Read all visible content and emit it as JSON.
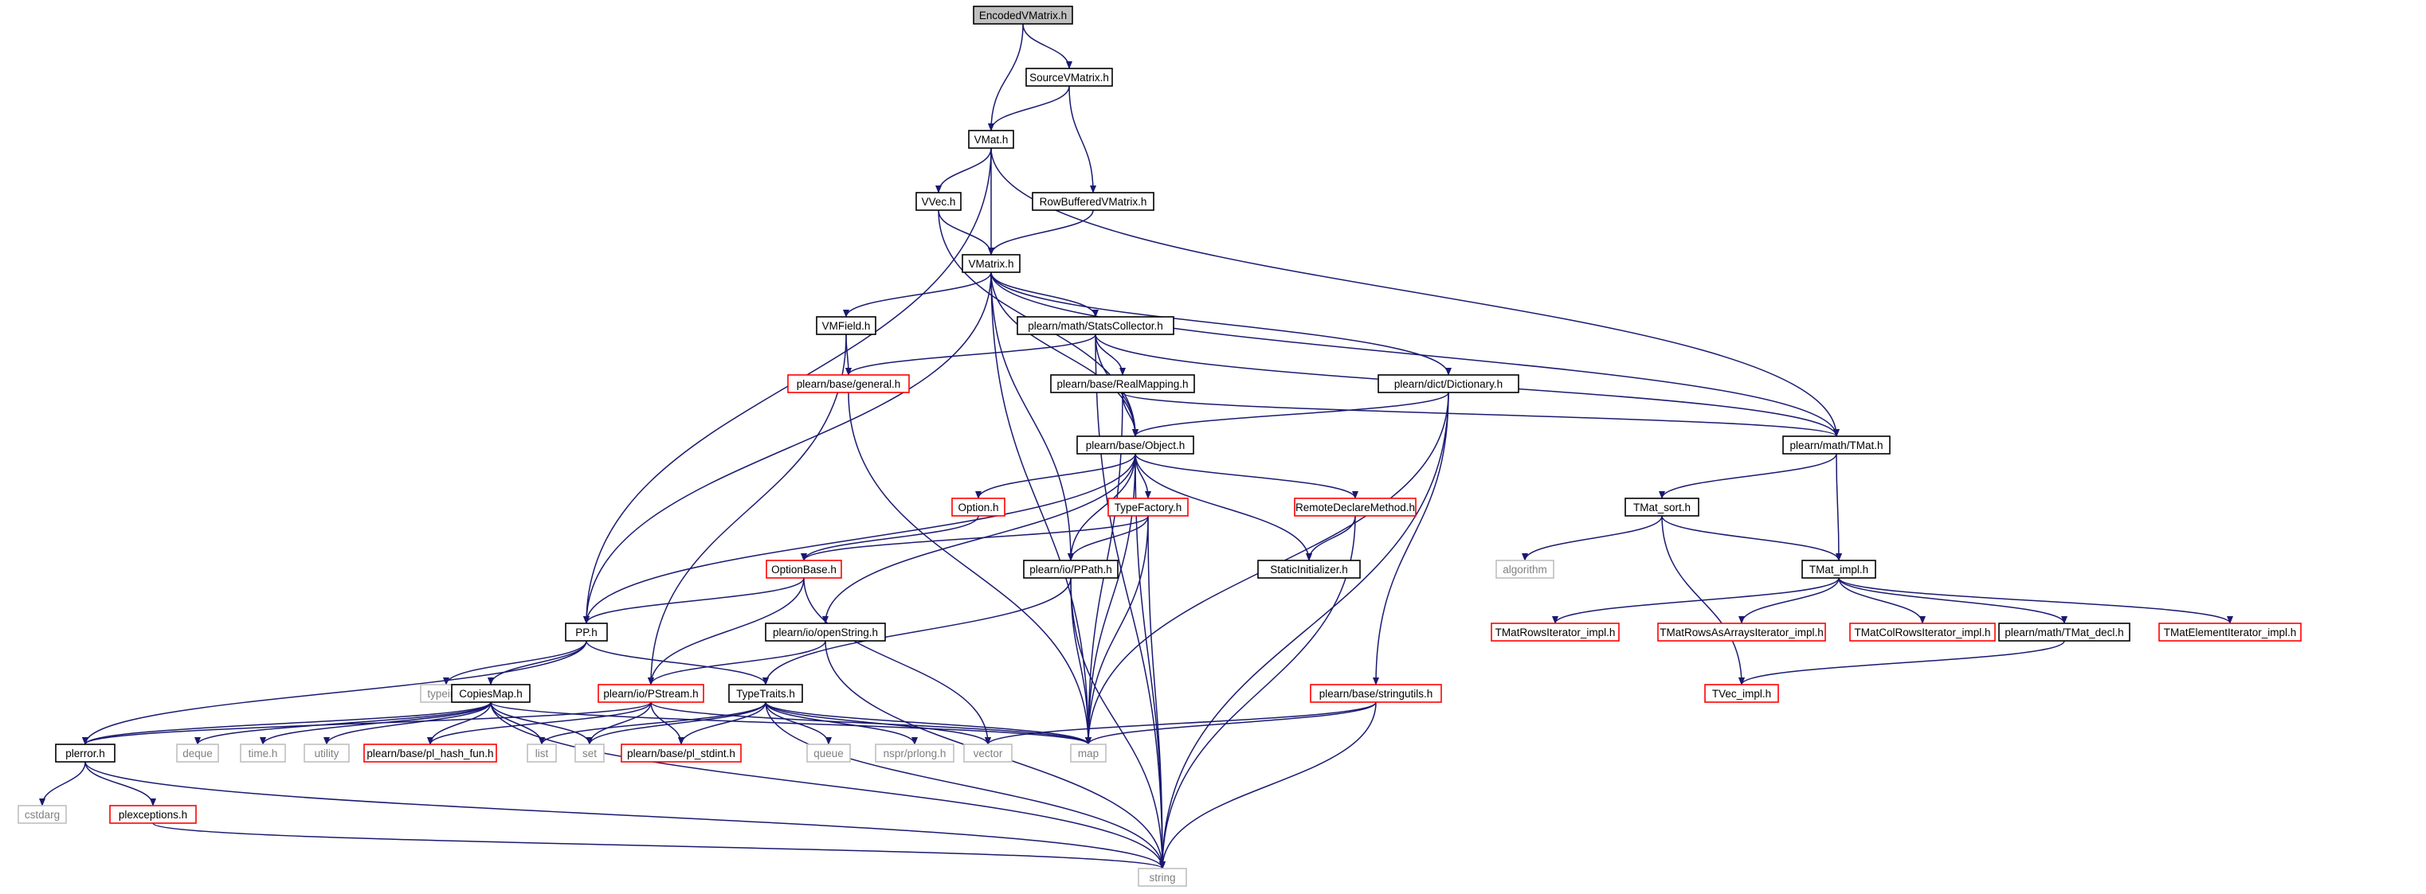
{
  "colors": {
    "edge": "#191970",
    "root_fill": "#bfbfbf",
    "default_border": "#000000",
    "red_border": "#ff0000",
    "gray_border": "#bfbfbf",
    "text": "#000000",
    "gray_text": "#808080"
  },
  "nodes": [
    {
      "id": "encodedvmatrix",
      "label": "EncodedVMatrix.h",
      "style": "root"
    },
    {
      "id": "sourcevmatrix",
      "label": "SourceVMatrix.h",
      "style": "default"
    },
    {
      "id": "vmat",
      "label": "VMat.h",
      "style": "default"
    },
    {
      "id": "vvec",
      "label": "VVec.h",
      "style": "default"
    },
    {
      "id": "rowbuffered",
      "label": "RowBufferedVMatrix.h",
      "style": "default"
    },
    {
      "id": "vmatrix",
      "label": "VMatrix.h",
      "style": "default"
    },
    {
      "id": "vmfield",
      "label": "VMField.h",
      "style": "default"
    },
    {
      "id": "statscollector",
      "label": "plearn/math/StatsCollector.h",
      "style": "default"
    },
    {
      "id": "general",
      "label": "plearn/base/general.h",
      "style": "red"
    },
    {
      "id": "realmapping",
      "label": "plearn/base/RealMapping.h",
      "style": "default"
    },
    {
      "id": "dictionary",
      "label": "plearn/dict/Dictionary.h",
      "style": "default"
    },
    {
      "id": "object",
      "label": "plearn/base/Object.h",
      "style": "default"
    },
    {
      "id": "tmat",
      "label": "plearn/math/TMat.h",
      "style": "default"
    },
    {
      "id": "option",
      "label": "Option.h",
      "style": "red"
    },
    {
      "id": "typefactory",
      "label": "TypeFactory.h",
      "style": "red"
    },
    {
      "id": "remotedeclare",
      "label": "RemoteDeclareMethod.h",
      "style": "red"
    },
    {
      "id": "tmatsort",
      "label": "TMat_sort.h",
      "style": "default"
    },
    {
      "id": "optionbase",
      "label": "OptionBase.h",
      "style": "red"
    },
    {
      "id": "ppath",
      "label": "plearn/io/PPath.h",
      "style": "default"
    },
    {
      "id": "staticinit",
      "label": "StaticInitializer.h",
      "style": "default"
    },
    {
      "id": "algorithm",
      "label": "algorithm",
      "style": "gray"
    },
    {
      "id": "tmatimpl",
      "label": "TMat_impl.h",
      "style": "default"
    },
    {
      "id": "pp",
      "label": "PP.h",
      "style": "default"
    },
    {
      "id": "openstring",
      "label": "plearn/io/openString.h",
      "style": "default"
    },
    {
      "id": "rowsiter",
      "label": "TMatRowsIterator_impl.h",
      "style": "red"
    },
    {
      "id": "rowsasarrays",
      "label": "TMatRowsAsArraysIterator_impl.h",
      "style": "red"
    },
    {
      "id": "colrowsiter",
      "label": "TMatColRowsIterator_impl.h",
      "style": "red"
    },
    {
      "id": "tmatdecl",
      "label": "plearn/math/TMat_decl.h",
      "style": "default"
    },
    {
      "id": "elementiter",
      "label": "TMatElementIterator_impl.h",
      "style": "red"
    },
    {
      "id": "typeinfo",
      "label": "typeinfo",
      "style": "gray"
    },
    {
      "id": "copiesmap",
      "label": "CopiesMap.h",
      "style": "default"
    },
    {
      "id": "pstream",
      "label": "plearn/io/PStream.h",
      "style": "red"
    },
    {
      "id": "typetraits",
      "label": "TypeTraits.h",
      "style": "default"
    },
    {
      "id": "tvecimpl",
      "label": "TVec_impl.h",
      "style": "red"
    },
    {
      "id": "stringutils",
      "label": "plearn/base/stringutils.h",
      "style": "red"
    },
    {
      "id": "plerror",
      "label": "plerror.h",
      "style": "default"
    },
    {
      "id": "deque",
      "label": "deque",
      "style": "gray"
    },
    {
      "id": "timeh",
      "label": "time.h",
      "style": "gray"
    },
    {
      "id": "utility",
      "label": "utility",
      "style": "gray"
    },
    {
      "id": "hashfun",
      "label": "plearn/base/pl_hash_fun.h",
      "style": "red"
    },
    {
      "id": "list",
      "label": "list",
      "style": "gray"
    },
    {
      "id": "set",
      "label": "set",
      "style": "gray"
    },
    {
      "id": "stdint",
      "label": "plearn/base/pl_stdint.h",
      "style": "red"
    },
    {
      "id": "queue",
      "label": "queue",
      "style": "gray"
    },
    {
      "id": "prlong",
      "label": "nspr/prlong.h",
      "style": "gray"
    },
    {
      "id": "vector",
      "label": "vector",
      "style": "gray"
    },
    {
      "id": "map",
      "label": "map",
      "style": "gray"
    },
    {
      "id": "cstdarg",
      "label": "cstdarg",
      "style": "gray"
    },
    {
      "id": "plexceptions",
      "label": "plexceptions.h",
      "style": "red"
    },
    {
      "id": "string",
      "label": "string",
      "style": "gray"
    }
  ],
  "edges": [
    [
      "encodedvmatrix",
      "sourcevmatrix"
    ],
    [
      "encodedvmatrix",
      "vmat"
    ],
    [
      "sourcevmatrix",
      "vmat"
    ],
    [
      "sourcevmatrix",
      "rowbuffered"
    ],
    [
      "vmat",
      "vvec"
    ],
    [
      "vmat",
      "vmatrix"
    ],
    [
      "vmat",
      "pp"
    ],
    [
      "vmat",
      "tmat"
    ],
    [
      "vvec",
      "vmatrix"
    ],
    [
      "vvec",
      "object"
    ],
    [
      "rowbuffered",
      "vmatrix"
    ],
    [
      "vmatrix",
      "vmfield"
    ],
    [
      "vmatrix",
      "statscollector"
    ],
    [
      "vmatrix",
      "dictionary"
    ],
    [
      "vmatrix",
      "object"
    ],
    [
      "vmatrix",
      "tmat"
    ],
    [
      "vmatrix",
      "pp"
    ],
    [
      "vmatrix",
      "map"
    ],
    [
      "vmatrix",
      "ppath"
    ],
    [
      "vmfield",
      "general"
    ],
    [
      "vmfield",
      "pstream"
    ],
    [
      "statscollector",
      "general"
    ],
    [
      "statscollector",
      "realmapping"
    ],
    [
      "statscollector",
      "object"
    ],
    [
      "statscollector",
      "tmat"
    ],
    [
      "statscollector",
      "string"
    ],
    [
      "general",
      "map"
    ],
    [
      "realmapping",
      "object"
    ],
    [
      "realmapping",
      "tmat"
    ],
    [
      "realmapping",
      "map"
    ],
    [
      "dictionary",
      "object"
    ],
    [
      "dictionary",
      "stringutils"
    ],
    [
      "dictionary",
      "map"
    ],
    [
      "dictionary",
      "string"
    ],
    [
      "object",
      "option"
    ],
    [
      "object",
      "typefactory"
    ],
    [
      "object",
      "remotedeclare"
    ],
    [
      "object",
      "staticinit"
    ],
    [
      "object",
      "ppath"
    ],
    [
      "object",
      "openstring"
    ],
    [
      "object",
      "pp"
    ],
    [
      "object",
      "map"
    ],
    [
      "object",
      "string"
    ],
    [
      "tmat",
      "tmatsort"
    ],
    [
      "tmat",
      "tmatimpl"
    ],
    [
      "option",
      "optionbase"
    ],
    [
      "typefactory",
      "optionbase"
    ],
    [
      "typefactory",
      "ppath"
    ],
    [
      "typefactory",
      "map"
    ],
    [
      "typefactory",
      "string"
    ],
    [
      "remotedeclare",
      "staticinit"
    ],
    [
      "remotedeclare",
      "string"
    ],
    [
      "tmatsort",
      "algorithm"
    ],
    [
      "tmatsort",
      "tmatimpl"
    ],
    [
      "tmatsort",
      "tvecimpl"
    ],
    [
      "optionbase",
      "pp"
    ],
    [
      "optionbase",
      "pstream"
    ],
    [
      "optionbase",
      "vector"
    ],
    [
      "ppath",
      "typetraits"
    ],
    [
      "ppath",
      "map"
    ],
    [
      "ppath",
      "string"
    ],
    [
      "tmatimpl",
      "rowsiter"
    ],
    [
      "tmatimpl",
      "rowsasarrays"
    ],
    [
      "tmatimpl",
      "colrowsiter"
    ],
    [
      "tmatimpl",
      "tmatdecl"
    ],
    [
      "tmatimpl",
      "elementiter"
    ],
    [
      "tmatdecl",
      "tvecimpl"
    ],
    [
      "pp",
      "typeinfo"
    ],
    [
      "pp",
      "copiesmap"
    ],
    [
      "pp",
      "typetraits"
    ],
    [
      "pp",
      "plerror"
    ],
    [
      "openstring",
      "pstream"
    ],
    [
      "openstring",
      "string"
    ],
    [
      "copiesmap",
      "plerror"
    ],
    [
      "copiesmap",
      "deque"
    ],
    [
      "copiesmap",
      "timeh"
    ],
    [
      "copiesmap",
      "utility"
    ],
    [
      "copiesmap",
      "hashfun"
    ],
    [
      "copiesmap",
      "list"
    ],
    [
      "copiesmap",
      "set"
    ],
    [
      "copiesmap",
      "map"
    ],
    [
      "copiesmap",
      "string"
    ],
    [
      "pstream",
      "plerror"
    ],
    [
      "pstream",
      "hashfun"
    ],
    [
      "pstream",
      "set"
    ],
    [
      "pstream",
      "stdint"
    ],
    [
      "pstream",
      "map"
    ],
    [
      "typetraits",
      "list"
    ],
    [
      "typetraits",
      "set"
    ],
    [
      "typetraits",
      "stdint"
    ],
    [
      "typetraits",
      "queue"
    ],
    [
      "typetraits",
      "prlong"
    ],
    [
      "typetraits",
      "vector"
    ],
    [
      "typetraits",
      "map"
    ],
    [
      "typetraits",
      "string"
    ],
    [
      "stringutils",
      "vector"
    ],
    [
      "stringutils",
      "map"
    ],
    [
      "stringutils",
      "string"
    ],
    [
      "plerror",
      "cstdarg"
    ],
    [
      "plerror",
      "plexceptions"
    ],
    [
      "plerror",
      "string"
    ],
    [
      "plexceptions",
      "string"
    ]
  ]
}
